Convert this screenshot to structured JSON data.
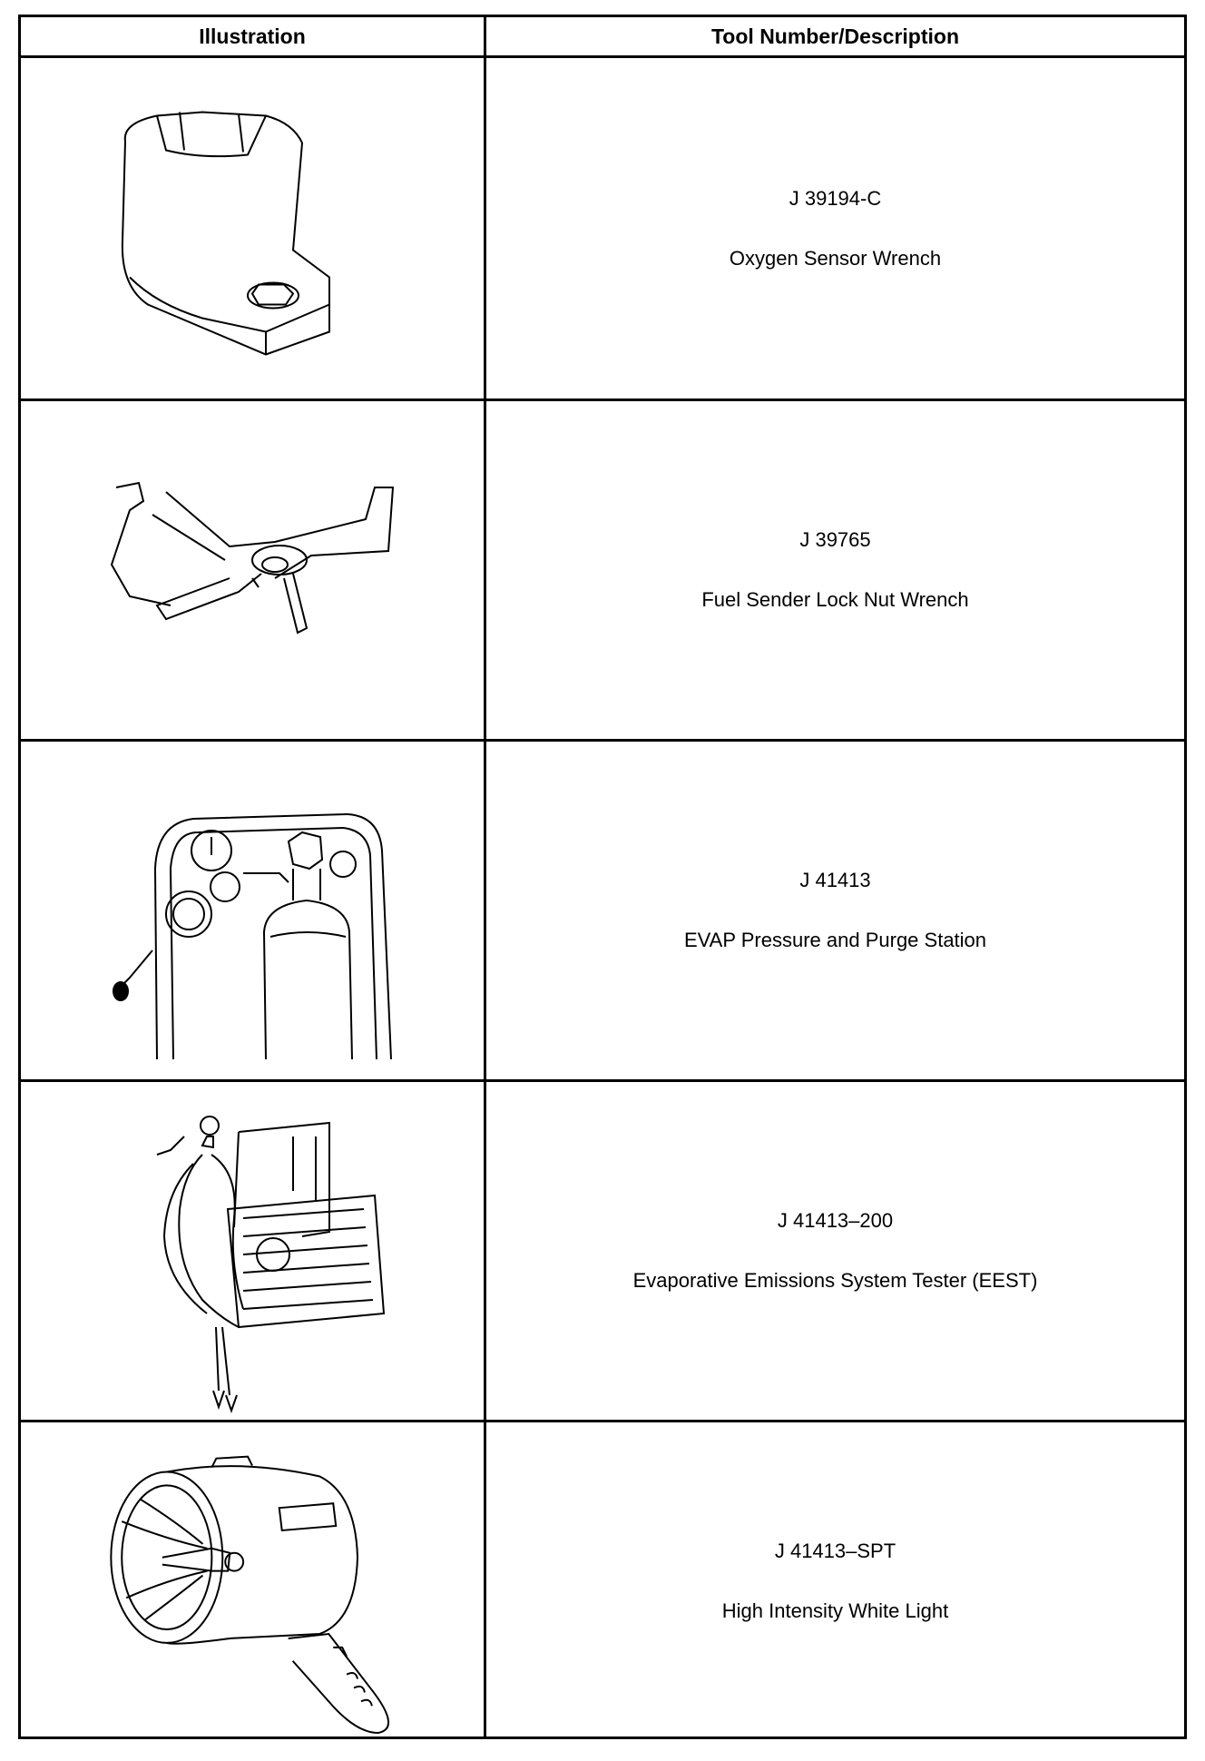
{
  "header": {
    "illustration": "Illustration",
    "tool": "Tool Number/Description"
  },
  "rows": [
    {
      "number": "J 39194-C",
      "description": "Oxygen Sensor Wrench",
      "icon": "oxygen-sensor-wrench-icon"
    },
    {
      "number": "J 39765",
      "description": "Fuel Sender Lock Nut Wrench",
      "icon": "lock-nut-wrench-icon"
    },
    {
      "number": "J 41413",
      "description": "EVAP Pressure and Purge Station",
      "icon": "purge-station-icon"
    },
    {
      "number": "J 41413–200",
      "description": "Evaporative Emissions System Tester (EEST)",
      "icon": "emissions-tester-icon"
    },
    {
      "number": "J 41413–SPT",
      "description": "High Intensity White Light",
      "icon": "white-light-icon"
    }
  ]
}
